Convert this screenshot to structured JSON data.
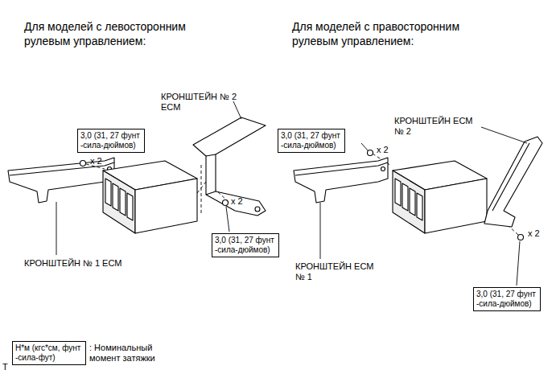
{
  "diagram": {
    "nodes": [
      {
        "text": [
          "3,0 (31, 27 фунт -сила-дюймов)"
        ]
      },
      {
        "text": [
          "3,0 (31, 27 фунт -сила-дюймов)"
        ]
      },
      {
        "text": [
          "3,0 (31, 27 фунт -сила-дюймов)"
        ]
      },
      {
        "text": [
          "3,0 (31, 27 фунт -сила-дюймов)"
        ]
      },
      {
        "text": [
          "Н*м (кгс*см, фунт -сила-фут)"
        ]
      }
    ],
    "labels": [
      "Для моделей с левосторонним рулевым управлением:",
      "Для моделей с правосторонним рулевым управлением:",
      "КРОНШТЕЙН № 2 ECM",
      "x 2",
      "x 2",
      "КРОНШТЕЙН № 1 ECM",
      "КРОНШТЕЙН ECM № 2",
      "x 2",
      "КРОНШТЕЙН ECM № 1",
      "x 2",
      "T"
    ],
    "legend": [
      {
        "text": ": Номинальный момент затяжки"
      }
    ]
  }
}
